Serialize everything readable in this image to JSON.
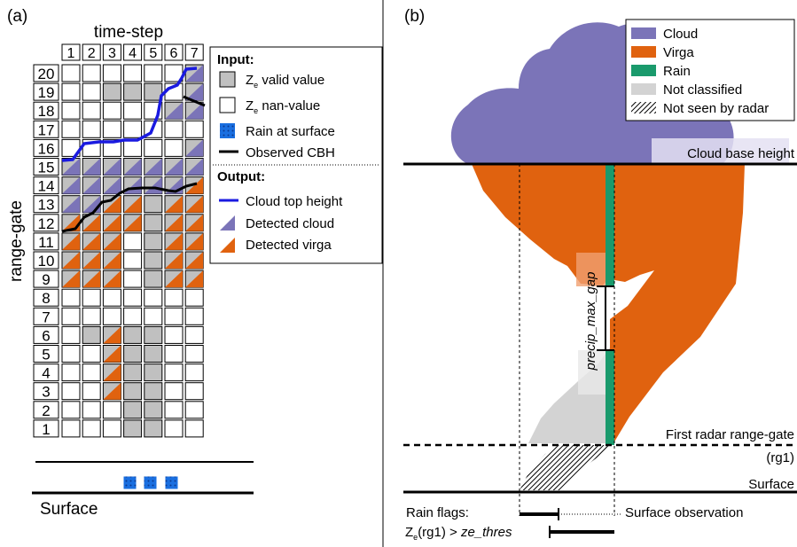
{
  "panel_a": {
    "label": "(a)",
    "time_title": "time-step",
    "range_label": "range-gate",
    "time_steps": [
      "1",
      "2",
      "3",
      "4",
      "5",
      "6",
      "7"
    ],
    "gates": [
      "1",
      "2",
      "3",
      "4",
      "5",
      "6",
      "7",
      "8",
      "9",
      "10",
      "11",
      "12",
      "13",
      "14",
      "15",
      "16",
      "17",
      "18",
      "19",
      "20"
    ],
    "surface_label": "Surface",
    "legend": {
      "input_title": "Input:",
      "valid_label": "Z",
      "valid_sub": "e",
      "valid_rest": " valid value",
      "nan_label": "Z",
      "nan_sub": "e",
      "nan_rest": " nan-value",
      "rain_surface": "Rain at surface",
      "observed_cbh": "Observed CBH",
      "output_title": "Output:",
      "cloud_top": "Cloud top height",
      "detected_cloud": "Detected cloud",
      "detected_virga": "Detected virga"
    },
    "colors": {
      "valid": "#c0c0c0",
      "cloud": "#7b74b8",
      "virga": "#e0620f",
      "rain_surface": "#1a6fe0",
      "cloud_top_line": "#1a1ae0",
      "cbh_line": "#000000"
    }
  },
  "panel_b": {
    "label": "(b)",
    "legend": {
      "cloud": "Cloud",
      "virga": "Virga",
      "rain": "Rain",
      "not_classified": "Not classified",
      "not_seen": "Not seen by radar"
    },
    "cloud_base_height": "Cloud base height",
    "first_gate_line1": "First radar range-gate",
    "first_gate_line2": "(rg1)",
    "surface": "Surface",
    "precip_max_gap": "precip_max_gap",
    "rain_flags": "Rain flags:",
    "surface_observation": "Surface observation",
    "ze_prefix": "Z",
    "ze_sub": "e",
    "ze_mid": "(rg1) > ",
    "ze_thres": "ze_thres",
    "colors": {
      "cloud": "#7b74b8",
      "virga": "#e0620f",
      "rain": "#1a9a6c",
      "not_classified": "#d3d3d3"
    }
  }
}
